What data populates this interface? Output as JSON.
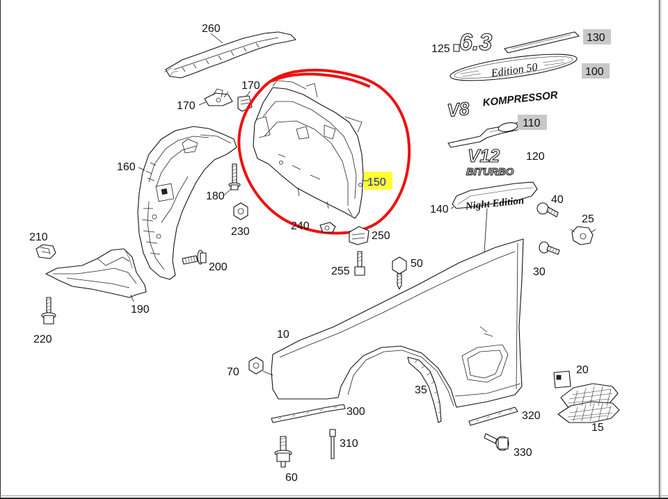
{
  "callouts": {
    "c260": "260",
    "c170a": "170",
    "c170b": "170",
    "c160": "160",
    "c180": "180",
    "c230": "230",
    "c210": "210",
    "c200": "200",
    "c190": "190",
    "c220": "220",
    "c240": "240",
    "c250": "250",
    "c255": "255",
    "c50": "50",
    "c150": "150",
    "c125": "125",
    "c130": "130",
    "c100": "100",
    "c110": "110",
    "c120": "120",
    "c140": "140",
    "c40": "40",
    "c25": "25",
    "c30": "30",
    "c10": "10",
    "c70": "70",
    "c35": "35",
    "c20": "20",
    "c15": "15",
    "c300": "300",
    "c310": "310",
    "c320": "320",
    "c330": "330",
    "c60": "60"
  },
  "emblems": {
    "edition": "Edition 50",
    "v8": "V8",
    "kompressor": "KOMPRESSOR",
    "v12": "V12",
    "biturbo": "BITURBO",
    "night_edition": "Night Edition",
    "amg_63": "6.3"
  },
  "colors": {
    "highlight_yellow": "#ffff33",
    "highlight_gray": "#c8c8c8",
    "selection_red": "#ee1111"
  }
}
